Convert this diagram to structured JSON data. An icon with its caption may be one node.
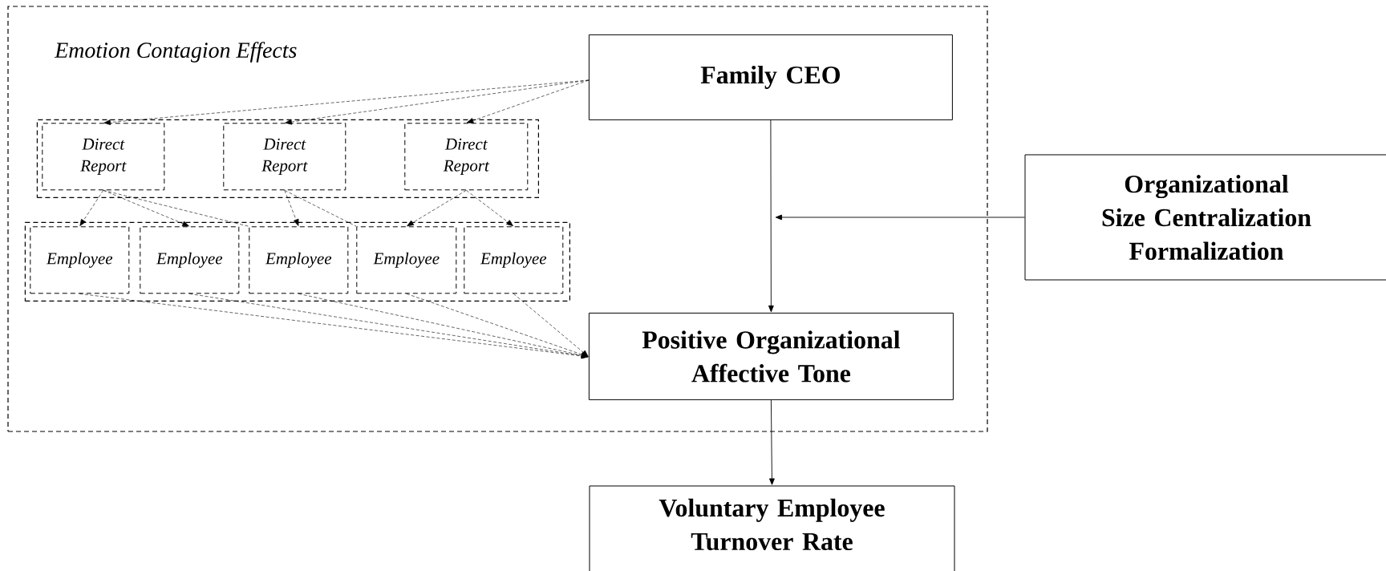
{
  "diagram": {
    "nodes": [
      {
        "text": [
          "Emotion Contagion Effects"
        ]
      },
      {
        "text": [
          "Family CEO"
        ],
        "in": 0
      },
      {
        "text": [],
        "shape": "box",
        "in": 0
      },
      {
        "text": [
          "Direct Report"
        ],
        "in": 2
      },
      {
        "text": [
          "Direct Report"
        ],
        "in": 2
      },
      {
        "text": [
          "Direct Report"
        ],
        "in": 2
      },
      {
        "text": [],
        "shape": "box",
        "in": 0
      },
      {
        "text": [
          "Employee"
        ],
        "in": 6
      },
      {
        "text": [
          "Employee"
        ],
        "in": 6
      },
      {
        "text": [
          "Employee"
        ],
        "in": 6
      },
      {
        "text": [
          "Employee"
        ],
        "in": 6
      },
      {
        "text": [
          "Employee"
        ],
        "in": 6
      },
      {
        "text": [
          "Positive Organizational Affective Tone"
        ],
        "in": 0
      },
      {
        "text": [
          "Organizational Size Centralization Formalization"
        ]
      },
      {
        "text": [
          "Voluntary Employee Turnover Rate"
        ]
      }
    ],
    "edges": [
      {
        "from": 1,
        "to": 3,
        "arrow": "to",
        "style": "dashed"
      },
      {
        "from": 1,
        "to": 4,
        "arrow": "to",
        "style": "dashed"
      },
      {
        "from": 1,
        "to": 5,
        "arrow": "to",
        "style": "dashed"
      },
      {
        "from": 3,
        "to": 7,
        "arrow": "to",
        "style": "dashed"
      },
      {
        "from": 3,
        "to": 8,
        "arrow": "to",
        "style": "dashed"
      },
      {
        "from": 3,
        "to": 9,
        "arrow": "none",
        "style": "dashed"
      },
      {
        "from": 4,
        "to": 9,
        "arrow": "to",
        "style": "dashed"
      },
      {
        "from": 4,
        "to": 10,
        "arrow": "none",
        "style": "dashed"
      },
      {
        "from": 5,
        "to": 10,
        "arrow": "to",
        "style": "dashed"
      },
      {
        "from": 5,
        "to": 11,
        "arrow": "to",
        "style": "dashed"
      },
      {
        "from": 7,
        "to": 12,
        "arrow": "to",
        "style": "dashed"
      },
      {
        "from": 8,
        "to": 12,
        "arrow": "to",
        "style": "dashed"
      },
      {
        "from": 9,
        "to": 12,
        "arrow": "to",
        "style": "dashed"
      },
      {
        "from": 10,
        "to": 12,
        "arrow": "to",
        "style": "dashed"
      },
      {
        "from": 11,
        "to": 12,
        "arrow": "to",
        "style": "dashed"
      },
      {
        "from": 1,
        "to": 12,
        "arrow": "to"
      },
      {
        "from": 13,
        "to": null,
        "arrow": "to"
      },
      {
        "from": 12,
        "to": 14,
        "arrow": "to"
      }
    ]
  }
}
